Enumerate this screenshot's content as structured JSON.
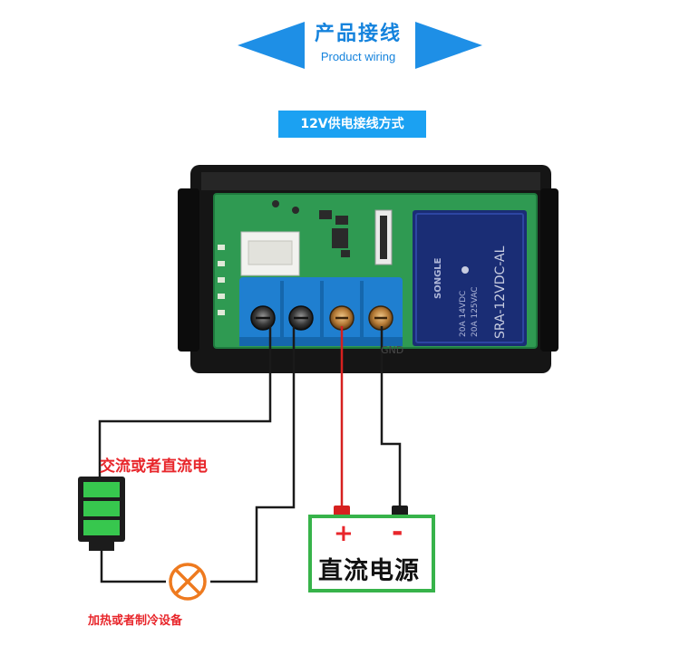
{
  "header": {
    "title": "产品接线",
    "subtitle": "Product wiring"
  },
  "badge": "12V供电接线方式",
  "relay": {
    "brand": "SONGLE",
    "model": "SRA-12VDC-AL",
    "rating_1": "20A 14VDC",
    "rating_2": "20A 125VAC"
  },
  "board_silk": "GND",
  "ac_source_label": "交流或者直流电",
  "load_label": "加热或者制冷设备",
  "dc_supply": {
    "plus": "+",
    "minus": "-",
    "label": "直流电源"
  },
  "colors": {
    "accent_blue": "#1e8fe6",
    "label_red": "#e8262b",
    "supply_green": "#37b34a",
    "pcb_green": "#2f9a52",
    "terminal_blue": "#1f7fd0"
  }
}
